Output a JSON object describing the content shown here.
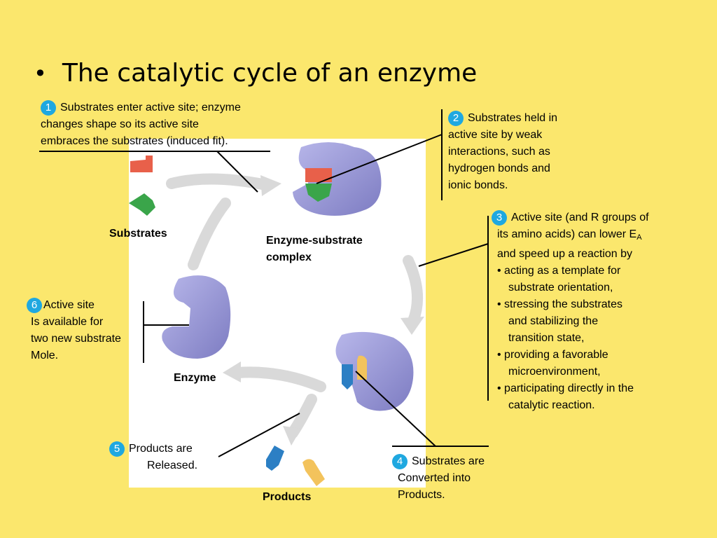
{
  "slide": {
    "bullet": "•",
    "title": "The catalytic cycle of an enzyme"
  },
  "labels": {
    "substrates": "Substrates",
    "enzyme_substrate_complex": "Enzyme-substrate",
    "enzyme_substrate_complex_2": "complex",
    "enzyme": "Enzyme",
    "products": "Products"
  },
  "steps": [
    {
      "number": "1",
      "lines": [
        "Substrates enter active site; enzyme",
        "changes shape so its active site",
        "embraces the substrates (induced fit)."
      ]
    },
    {
      "number": "2",
      "lines": [
        "Substrates held in",
        "active site by weak",
        "interactions, such as",
        "hydrogen bonds and",
        "ionic bonds."
      ]
    },
    {
      "number": "3",
      "line1": "Active site (and R groups of",
      "line2": "its amino acids) can lower E",
      "line2_sub": "A",
      "lines": [
        "and speed up a reaction by",
        "• acting as a template for",
        "substrate orientation,",
        "• stressing the substrates",
        "and stabilizing the",
        "transition state,",
        "• providing a favorable",
        "microenvironment,",
        "• participating directly in the",
        "catalytic reaction."
      ]
    },
    {
      "number": "4",
      "lines": [
        "Substrates are",
        "Converted into",
        "Products."
      ]
    },
    {
      "number": "5",
      "lines": [
        "Products are",
        "Released."
      ]
    },
    {
      "number": "6",
      "lines": [
        "Active site",
        "Is available for",
        "two new substrate",
        "Mole."
      ]
    }
  ],
  "colors": {
    "background": "#fbe76d",
    "enzyme": "#9b9ad6",
    "substrate_red": "#e8604a",
    "substrate_green": "#3aa54a",
    "product_blue": "#2c7fc4",
    "product_yellow": "#f3c35c",
    "step_badge": "#1fa8e0",
    "arrow": "#d6d6d6"
  }
}
